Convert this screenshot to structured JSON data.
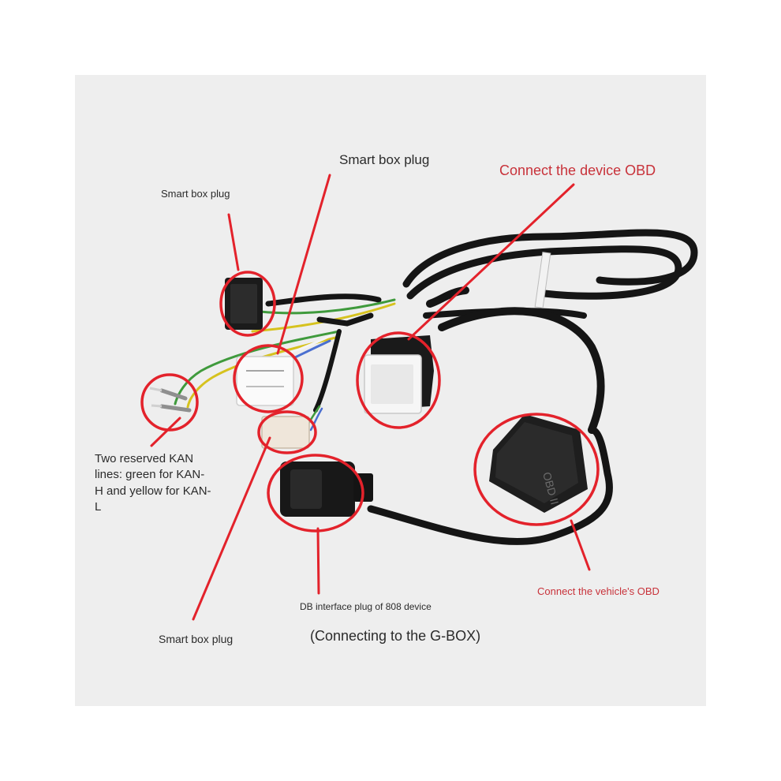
{
  "labels": {
    "smart_box_plug_top_left": "Smart box plug",
    "smart_box_plug_top_center": "Smart box plug",
    "connect_device_obd": "Connect the device OBD",
    "kan_lines": "Two reserved KAN lines: green for KAN-H and yellow for KAN-L",
    "db_interface_plug": "DB interface plug of 808 device",
    "connect_vehicle_obd": "Connect the vehicle's OBD",
    "smart_box_plug_bottom": "Smart box plug",
    "connecting_gbox": "(Connecting to the G-BOX)",
    "obd_connector_text": "OBD II"
  },
  "colors": {
    "annotation_red": "#e3222b",
    "cable_black": "#151515",
    "wire_green": "#3f9a3c",
    "wire_yellow": "#d6c21e",
    "wire_blue": "#4a6fd0",
    "wire_white": "#f4f4f4",
    "label_red_text": "#c8323a"
  }
}
